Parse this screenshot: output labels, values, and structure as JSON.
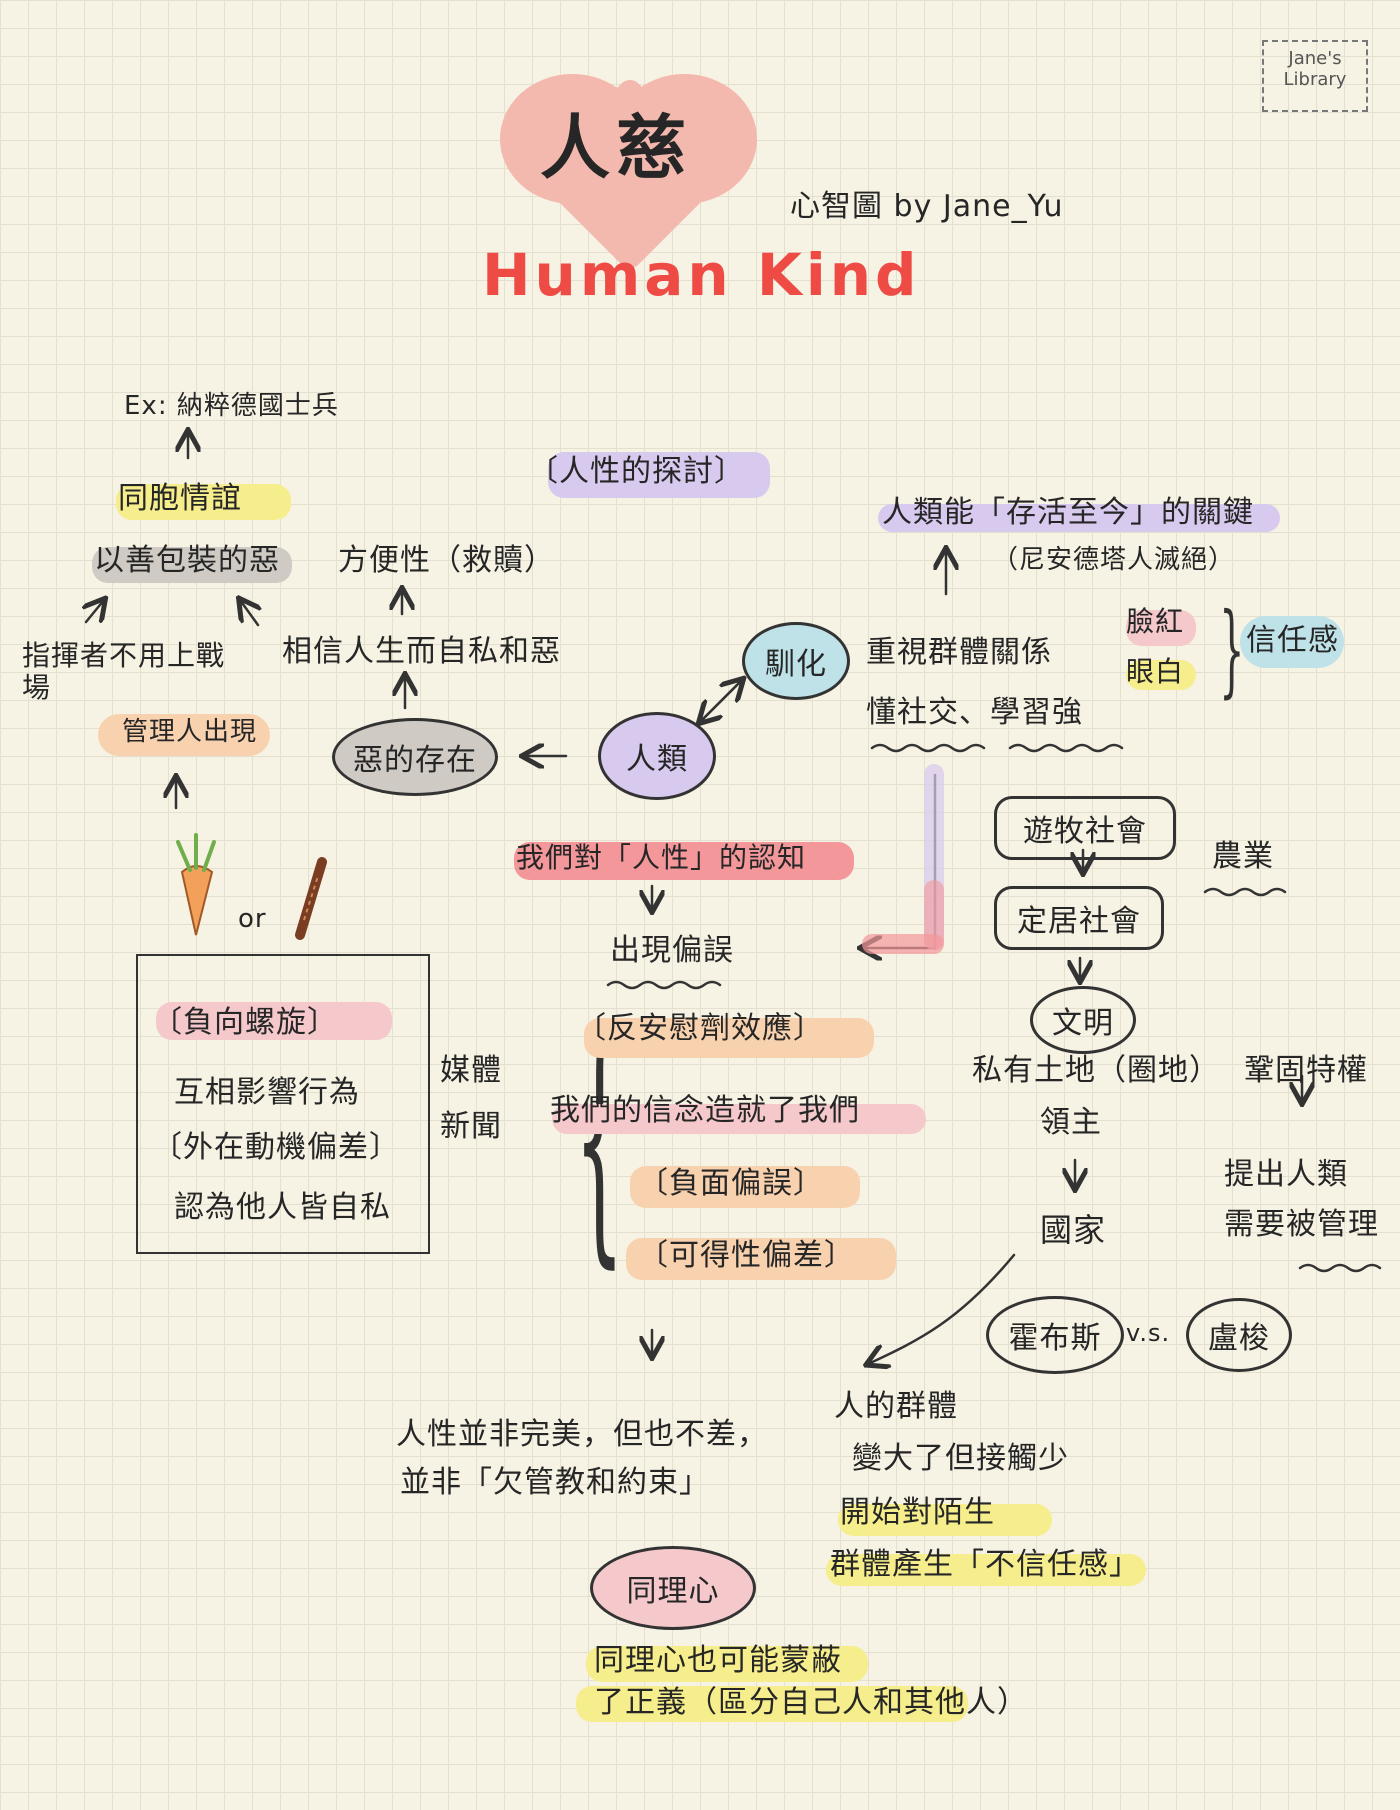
{
  "header": {
    "title_cn": "人慈",
    "title_en": "Human Kind",
    "subtitle": "心智圖 by Jane_Yu",
    "stamp_line1": "Jane's",
    "stamp_line2": "Library"
  },
  "center": {
    "topic": "〔人性的探討〕",
    "human": "人類",
    "domesticate": "馴化"
  },
  "left_branch": {
    "evil_exists": "惡的存在",
    "believe_selfish": "相信人生而自私和惡",
    "convenience": "方便性（救贖）",
    "commander": "指揮者不用上戰場",
    "manager": "管理人出現",
    "camaraderie": "同胞情誼",
    "good_wrapped_evil": "以善包裝的惡",
    "example": "Ex: 納粹德國士兵",
    "or_label": "or"
  },
  "spiral_box": {
    "title": "〔負向螺旋〕",
    "line1": "互相影響行為",
    "line2": "〔外在動機偏差〕",
    "line3": "認為他人皆自私"
  },
  "middle": {
    "cognition": "我們對「人性」的認知",
    "misconception": "出現偏誤",
    "media_line1": "媒體",
    "media_line2": "新聞",
    "nocebo": "〔反安慰劑效應〕",
    "belief": "我們的信念造就了我們",
    "negativity": "〔負面偏誤〕",
    "availability": "〔可得性偏差〕",
    "conclusion_line1": "人性並非完美，但也不差，",
    "conclusion_line2": "並非「欠管教和約束」",
    "empathy": "同理心",
    "empathy_note1": "同理心也可能蒙蔽",
    "empathy_note2": "了正義（區分自己人和其他人）"
  },
  "right_branch": {
    "survival_key": "人類能「存活至今」的關鍵",
    "neanderthal": "（尼安德塔人滅絕）",
    "value_group": "重視群體關係",
    "social_learn": "懂社交、學習強",
    "blush": "臉紅",
    "eye_white": "眼白",
    "trust": "信任感",
    "nomadic": "遊牧社會",
    "agriculture": "農業",
    "settled": "定居社會",
    "civilization": "文明",
    "private_land": "私有土地（圈地）",
    "lord": "領主",
    "nation": "國家",
    "privilege": "鞏固特權",
    "need_manage_line1": "提出人類",
    "need_manage_line2": "需要被管理",
    "hobbes": "霍布斯",
    "vs": "v.s.",
    "rousseau": "盧梭",
    "group_line1": "人的群體",
    "group_line2": "變大了但接觸少",
    "group_line3": "開始對陌生",
    "group_line4": "群體產生「不信任感」"
  },
  "colors": {
    "heart": "#f3b8ae",
    "title_red": "#ee4b45",
    "yellow": "#f6ee8c",
    "purple": "#d8c9ee",
    "pink": "#f5c9cc",
    "blue": "#bfe2e8",
    "gray": "#cfcbc4",
    "orange": "#f8d2ae",
    "red_hl": "#f3979a"
  }
}
